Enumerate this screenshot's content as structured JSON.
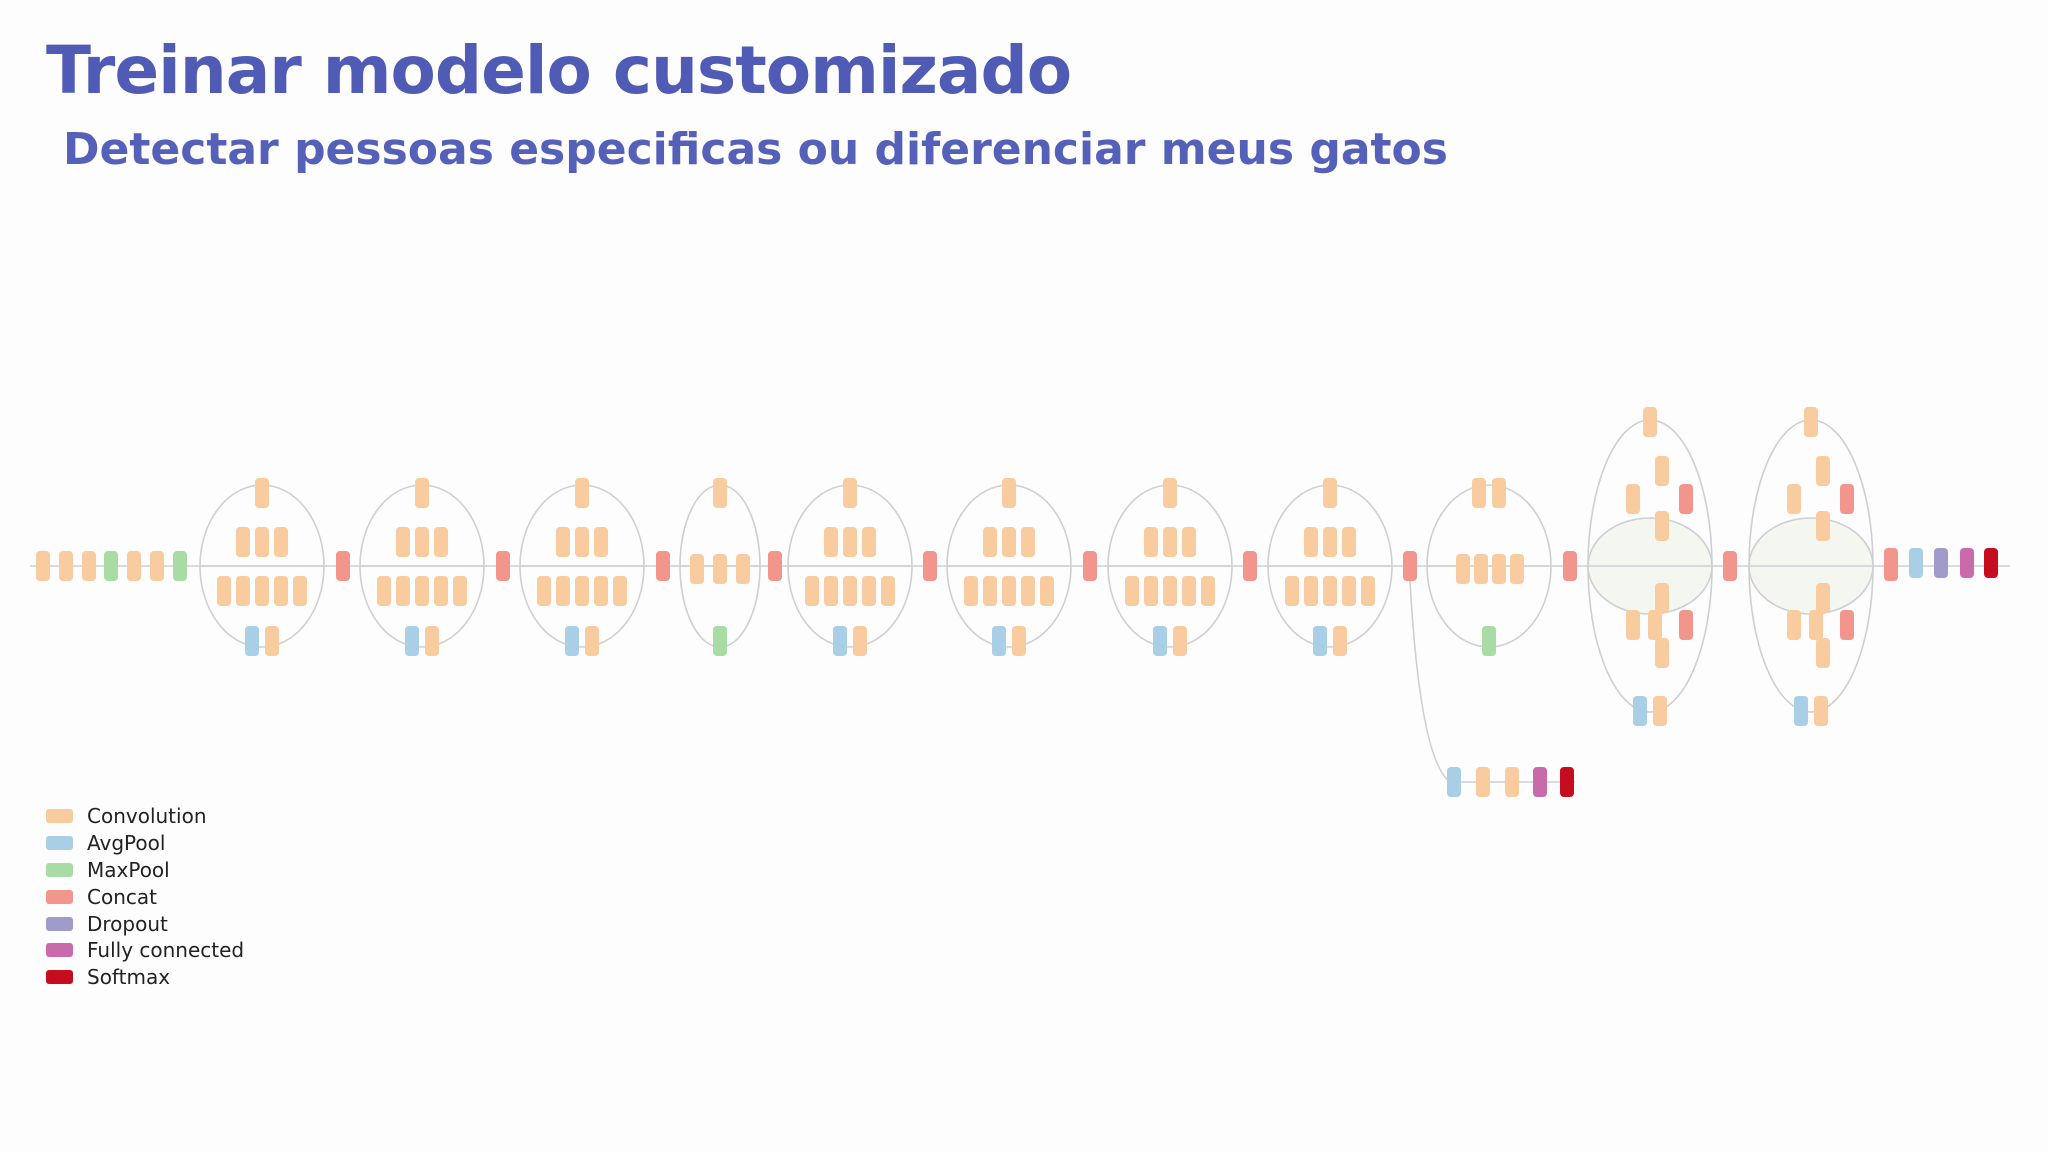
{
  "title": "Treinar modelo customizado",
  "subtitle": "Detectar pessoas especificas ou diferenciar meus gatos",
  "colors": {
    "title": "#4f5bb5",
    "convolution": "#f8cc9f",
    "avgpool": "#a9cfe6",
    "maxpool": "#a8dca4",
    "concat": "#f2958c",
    "dropout": "#9f9ccb",
    "fully_connected": "#c96aab",
    "softmax": "#c60d1f",
    "edge": "#cfcfd2"
  },
  "legend": [
    {
      "label": "Convolution",
      "key": "convolution"
    },
    {
      "label": "AvgPool",
      "key": "avgpool"
    },
    {
      "label": "MaxPool",
      "key": "maxpool"
    },
    {
      "label": "Concat",
      "key": "concat"
    },
    {
      "label": "Dropout",
      "key": "dropout"
    },
    {
      "label": "Fully connected",
      "key": "fully_connected"
    },
    {
      "label": "Softmax",
      "key": "softmax"
    }
  ],
  "diagram": {
    "stem": [
      "convolution",
      "convolution",
      "convolution",
      "maxpool",
      "convolution",
      "convolution",
      "maxpool"
    ],
    "modules": [
      "inception-a",
      "inception-a",
      "inception-a",
      "reduction-a",
      "inception-b",
      "inception-b",
      "inception-b",
      "inception-b",
      "reduction-b",
      "inception-c",
      "inception-c"
    ],
    "auxiliary_head": [
      "avgpool",
      "convolution",
      "convolution",
      "fully_connected",
      "softmax"
    ],
    "final_head": [
      "concat",
      "avgpool",
      "dropout",
      "fully_connected",
      "softmax"
    ]
  }
}
